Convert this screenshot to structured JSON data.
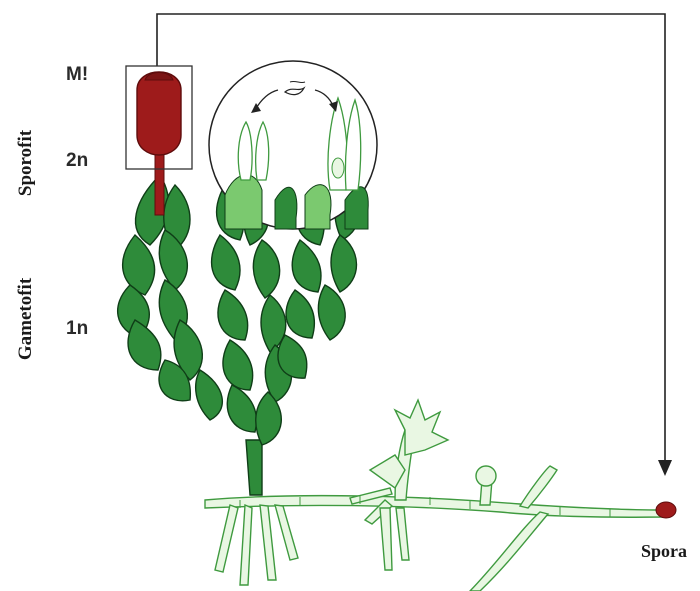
{
  "labels": {
    "meiosis": "M!",
    "diploid": "2n",
    "haploid": "1n",
    "sporophyte": "Sporofit",
    "gametophyte": "Gametofit",
    "spore": "Spora"
  },
  "colors": {
    "leaf_fill": "#2e8b3a",
    "leaf_stroke": "#0f3d17",
    "capsule": "#9e1b1b",
    "capsule_dark": "#5e0c0c",
    "protonema_fill": "#e9f7e3",
    "protonema_stroke": "#3f9a3f",
    "line": "#222222"
  }
}
